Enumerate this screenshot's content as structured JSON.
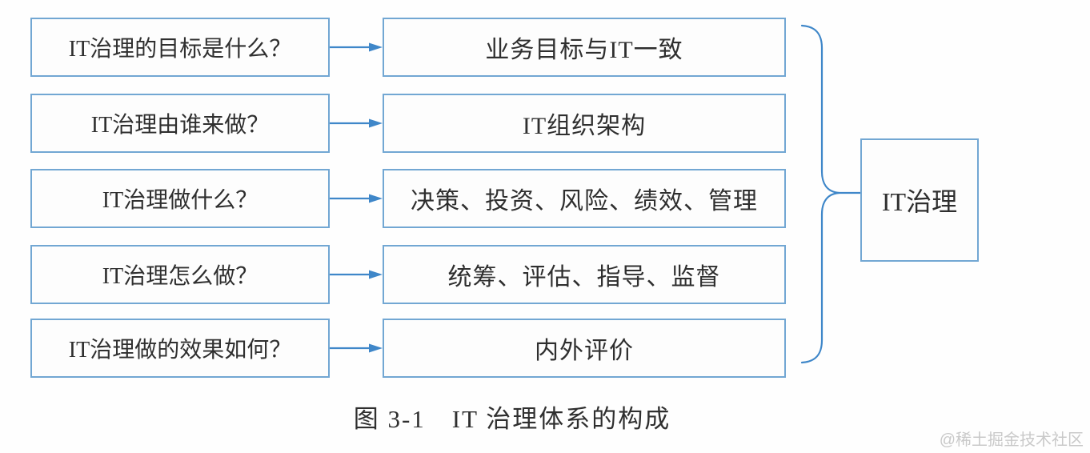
{
  "diagram": {
    "rows": [
      {
        "question": "IT治理的目标是什么？",
        "answer": "业务目标与IT一致"
      },
      {
        "question": "IT治理由谁来做？",
        "answer": "IT组织架构"
      },
      {
        "question": "IT治理做什么？",
        "answer": "决策、投资、风险、绩效、管理"
      },
      {
        "question": "IT治理怎么做？",
        "answer": "统筹、评估、指导、监督"
      },
      {
        "question": "IT治理做的效果如何？",
        "answer": "内外评价"
      }
    ],
    "result_label": "IT治理",
    "caption": "图 3-1　IT 治理体系的构成",
    "watermark": "@稀土掘金技术社区",
    "colors": {
      "box_border": "#72a7d3",
      "arrow_blue": "#3f87c9",
      "text": "#2f2f2f",
      "watermark_gray": "#c9c9c9",
      "background": "#fefefe"
    }
  }
}
